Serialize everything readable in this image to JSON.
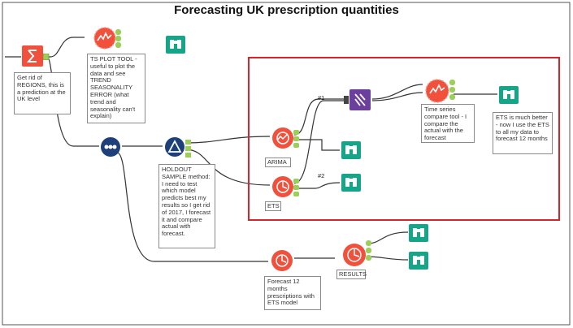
{
  "title": "Forecasting UK prescription quantities",
  "notes": {
    "summarize": "Get rid of REGIONS, this is a prediction at the UK level",
    "ts_plot": "TS PLOT TOOL - useful to plot the data and see TREND SEASONALITY ERROR (what trend and seasonality can't explain)",
    "holdout": "HOLDOUT SAMPLE method: I need to test which model predicts best my results so I get rid of 2017, I forecast it and compare actual with forecast.",
    "ts_compare": "Time series compare tool - I compare the actual with the forecast",
    "ets_better": "ETS is much better - now I use the ETS to all my data to forecast 12 months",
    "forecast12": "Forecast 12 months prescriptions with ETS model"
  },
  "labels": {
    "arima": "ARIMA",
    "ets": "ETS",
    "results": "RESULTS",
    "conn1": "#1",
    "conn2": "#2"
  },
  "colors": {
    "orange": "#f0503c",
    "teal": "#17a589",
    "navy": "#1d3f7a",
    "purple": "#6c3e9e",
    "highlight": "#d8232a"
  },
  "icons": [
    "summarize-icon",
    "ts-plot-icon",
    "browse-icon",
    "sample-icon",
    "filter-icon",
    "arima-icon",
    "ets-icon",
    "union-icon",
    "ts-compare-icon",
    "ts-forecast-icon"
  ]
}
